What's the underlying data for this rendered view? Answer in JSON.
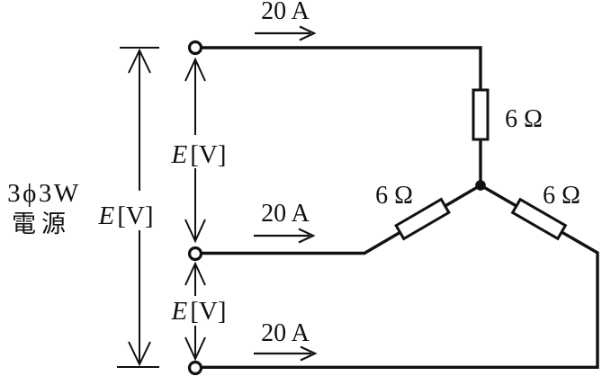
{
  "colors": {
    "ink": "#111111",
    "background": "#ffffff"
  },
  "source": {
    "system_label_line1": "3ϕ3W",
    "system_label_line2": "電源"
  },
  "voltage_labels": [
    {
      "symbol": "E",
      "unit": "[V]"
    },
    {
      "symbol": "E",
      "unit": "[V]"
    },
    {
      "symbol": "E",
      "unit": "[V]"
    }
  ],
  "current_labels": [
    "20 A",
    "20 A",
    "20 A"
  ],
  "resistor_labels": [
    "6 Ω",
    "6 Ω",
    "6 Ω"
  ]
}
